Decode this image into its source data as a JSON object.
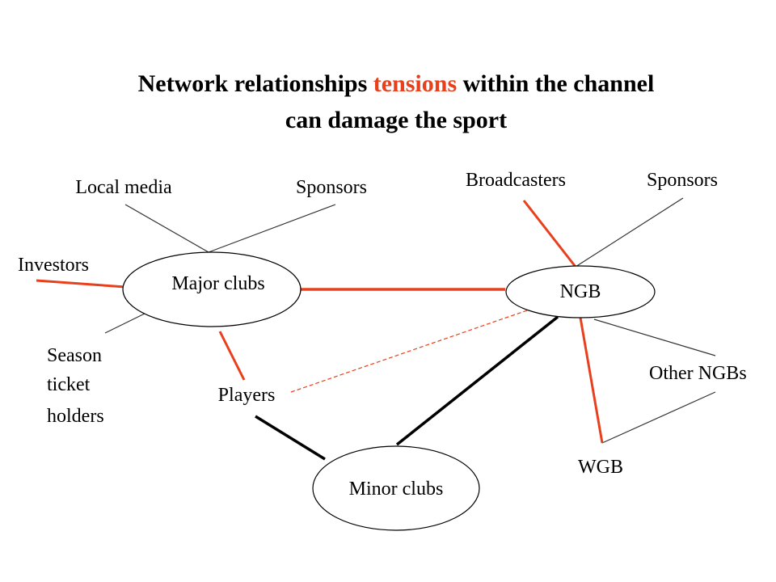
{
  "title": {
    "part1": "Network relationships ",
    "highlight": "tensions",
    "part2": " within the channel",
    "line2": "can damage the sport"
  },
  "nodes": {
    "major_clubs": "Major clubs",
    "ngb": "NGB",
    "minor_clubs": "Minor clubs",
    "local_media": "Local media",
    "sponsors_left": "Sponsors",
    "investors": "Investors",
    "season_ticket_holders": [
      "Season",
      "ticket",
      "holders"
    ],
    "players": "Players",
    "broadcasters": "Broadcasters",
    "sponsors_right": "Sponsors",
    "other_ngbs": "Other NGBs",
    "wgb": "WGB"
  },
  "colors": {
    "tension": "#e8401c",
    "strong": "#000000",
    "weak": "#333333"
  }
}
